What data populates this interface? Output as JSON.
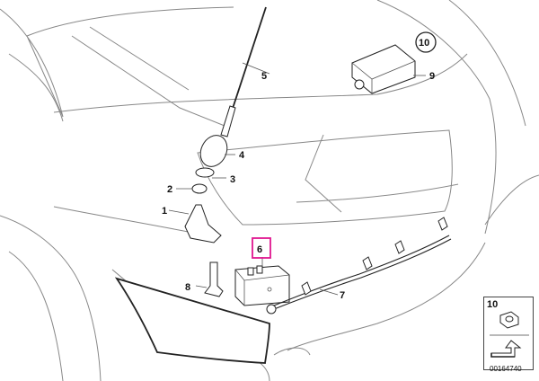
{
  "callouts": {
    "c1": "1",
    "c2": "2",
    "c3": "3",
    "c4": "4",
    "c5": "5",
    "c6": "6",
    "c7": "7",
    "c8": "8",
    "c9": "9",
    "c10": "10"
  },
  "legend_box": {
    "label": "10"
  },
  "document_number": "00164740",
  "colors": {
    "highlight": "#e0168f",
    "line": "#222222",
    "car_outline": "#888888"
  }
}
